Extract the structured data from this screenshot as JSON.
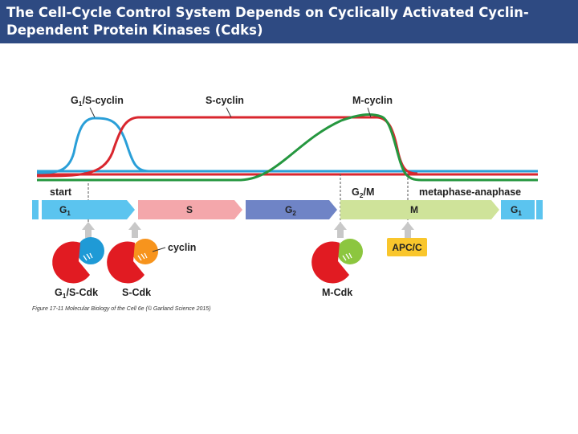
{
  "title": "The Cell-Cycle Control System Depends on Cyclically Activated Cyclin-Dependent Protein Kinases (Cdks)",
  "curves": {
    "g1s_cyclin": "G1/S-cyclin",
    "s_cyclin": "S-cyclin",
    "m_cyclin": "M-cyclin"
  },
  "phases": {
    "g1_start": "G1",
    "s": "S",
    "g2": "G2",
    "m": "M",
    "g1_end": "G1"
  },
  "transitions": {
    "start": "start",
    "g2m": "G2/M",
    "meta_ana": "metaphase-anaphase"
  },
  "complexes": {
    "g1s_cdk": "G1/S-Cdk",
    "s_cdk": "S-Cdk",
    "m_cdk": "M-Cdk",
    "cyclin_label": "cyclin",
    "apcc": "APC/C"
  },
  "caption": "Figure 17-11 Molecular Biology of the Cell 6e (© Garland Science 2015)",
  "colors": {
    "title_bg": "#2e4a82",
    "g1s_cyclin": "#2a9fd8",
    "s_cyclin": "#d9262e",
    "m_cyclin": "#25973f",
    "cdk": "#e11b22",
    "apcc": "#f9c62c"
  }
}
